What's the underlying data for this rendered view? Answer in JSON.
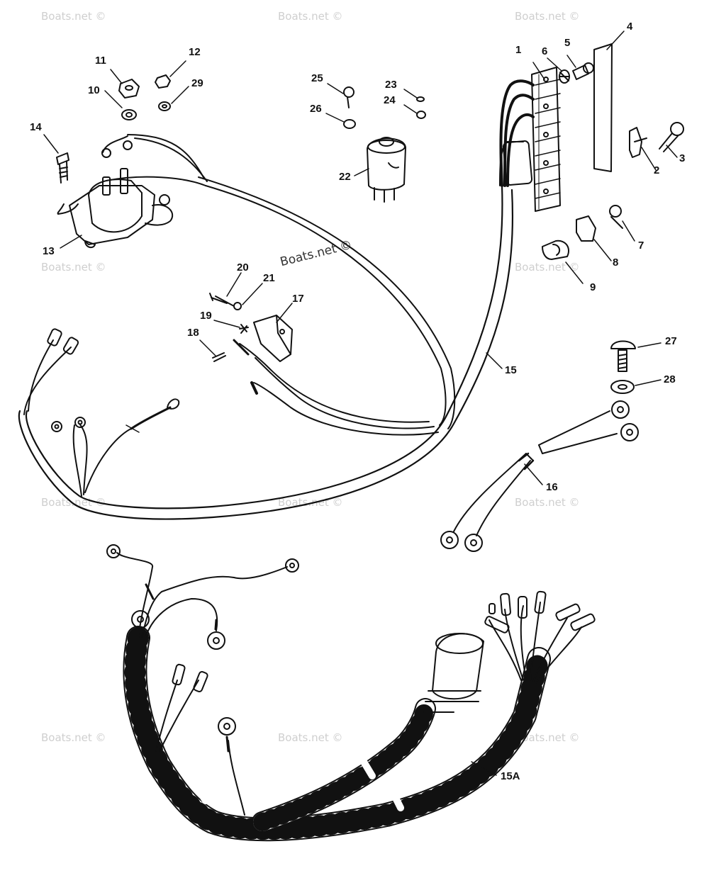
{
  "watermark": "Boats.net ©",
  "callouts": {
    "c1": "1",
    "c2": "2",
    "c3": "3",
    "c4": "4",
    "c5": "5",
    "c6": "6",
    "c7": "7",
    "c8": "8",
    "c9": "9",
    "c10": "10",
    "c11": "11",
    "c12": "12",
    "c13": "13",
    "c14": "14",
    "c15": "15",
    "c15a": "15A",
    "c16": "16",
    "c17": "17",
    "c18": "18",
    "c19": "19",
    "c20": "20",
    "c21": "21",
    "c22": "22",
    "c23": "23",
    "c24": "24",
    "c25": "25",
    "c26": "26",
    "c27": "27",
    "c28": "28",
    "c29": "29"
  },
  "colors": {
    "line": "#111111",
    "watermark": "#cfcfcf"
  }
}
